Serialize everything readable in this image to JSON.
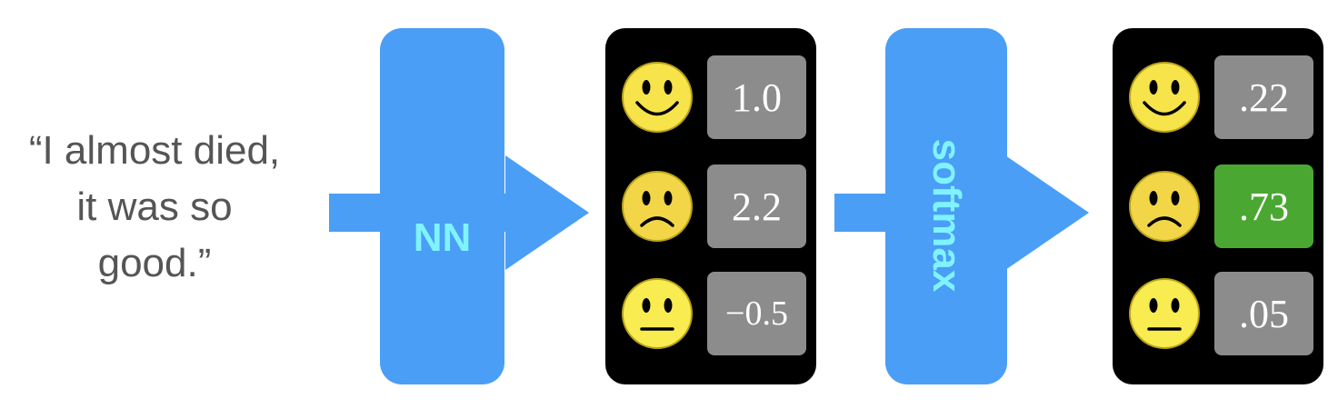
{
  "input_text": {
    "lines": [
      "“I almost died,",
      "it was so",
      "good.”"
    ]
  },
  "nn_block": {
    "label": "NN"
  },
  "softmax_block": {
    "label": "softmax"
  },
  "logits_panel": {
    "rows": [
      {
        "face": "happy-face-icon",
        "value": "1.0"
      },
      {
        "face": "sad-face-icon",
        "value": "2.2"
      },
      {
        "face": "neutral-face-icon",
        "value": "−0.5"
      }
    ]
  },
  "probs_panel": {
    "rows": [
      {
        "face": "happy-face-icon",
        "value": ".22"
      },
      {
        "face": "sad-face-icon",
        "value": ".73",
        "highlighted": true
      },
      {
        "face": "neutral-face-icon",
        "value": ".05"
      }
    ]
  },
  "colors": {
    "block": "#4a9ef5",
    "block_label": "#7ff3ff",
    "panel": "#000000",
    "score_box": "#8c8c8c",
    "highlight": "#4aa832",
    "face_fill": "#f7e34a"
  }
}
